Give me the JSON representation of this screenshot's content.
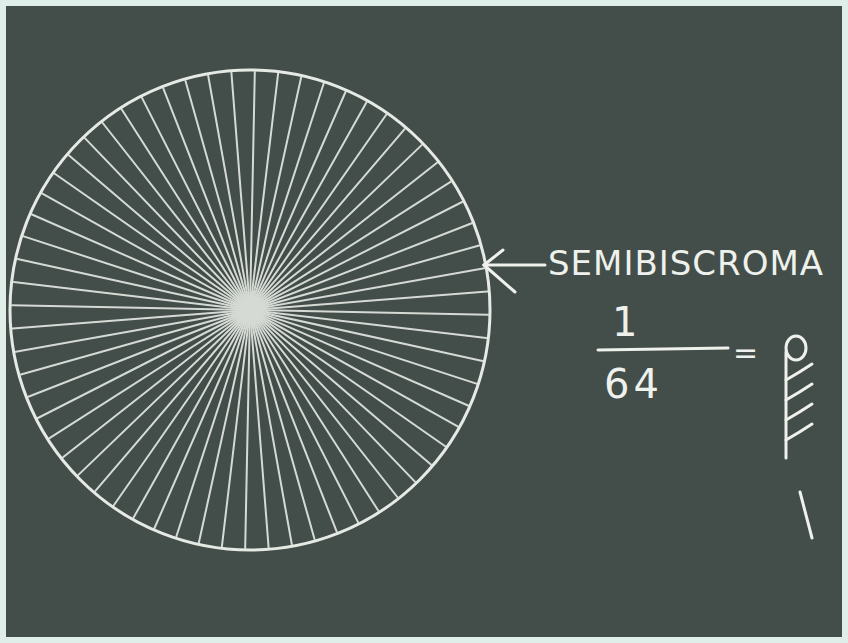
{
  "diagram": {
    "labels": [
      "SEMIBISCROMA",
      "1",
      "64",
      "="
    ]
  }
}
